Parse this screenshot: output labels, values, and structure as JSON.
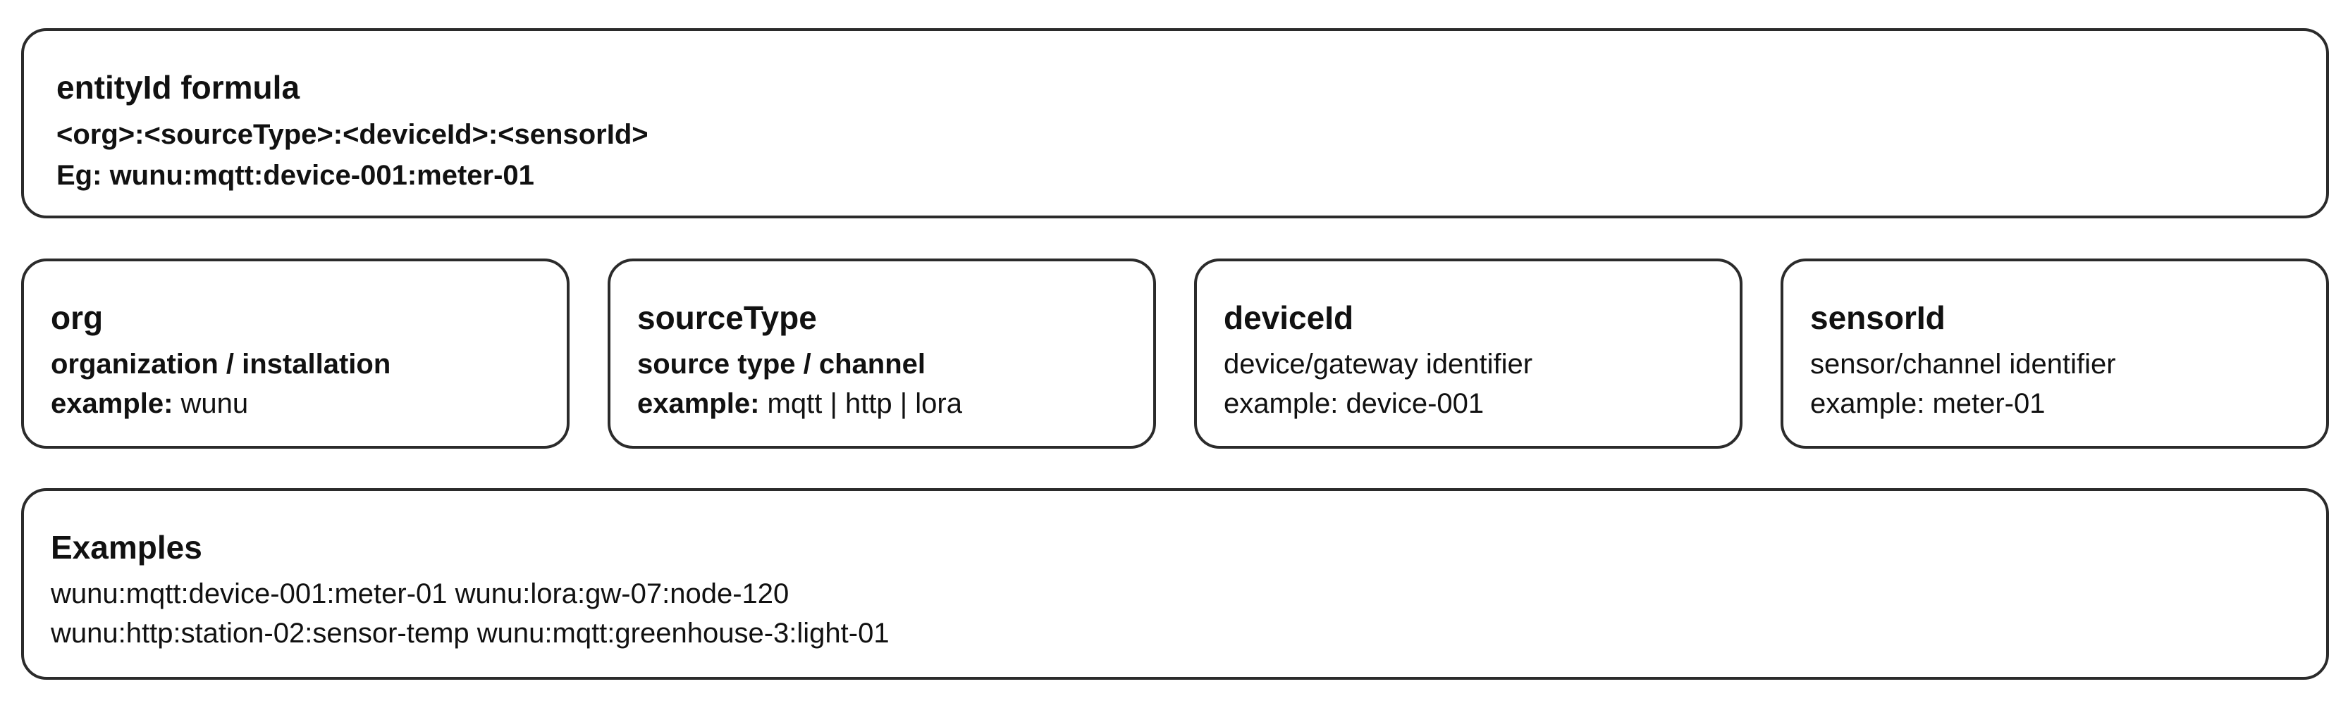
{
  "formula": {
    "title": "entityId formula",
    "pattern": "<org>:<sourceType>:<deviceId>:<sensorId>",
    "example_label": "Eg:",
    "example_value": "wunu:mqtt:device-001:meter-01"
  },
  "fields": [
    {
      "name": "org",
      "description": "organization / installation",
      "example_label": "example:",
      "example_value": "wunu"
    },
    {
      "name": "sourceType",
      "description": "source type / channel",
      "example_label": "example:",
      "example_value": "mqtt | http | lora"
    },
    {
      "name": "deviceId",
      "description": "device/gateway identifier",
      "example_label": "example:",
      "example_value": "device-001"
    },
    {
      "name": "sensorId",
      "description": "sensor/channel identifier",
      "example_label": "example:",
      "example_value": "meter-01"
    }
  ],
  "examples": {
    "title": "Examples",
    "lines": [
      "wunu:mqtt:device-001:meter-01 wunu:lora:gw-07:node-120",
      "wunu:http:station-02:sensor-temp wunu:mqtt:greenhouse-3:light-01"
    ]
  }
}
